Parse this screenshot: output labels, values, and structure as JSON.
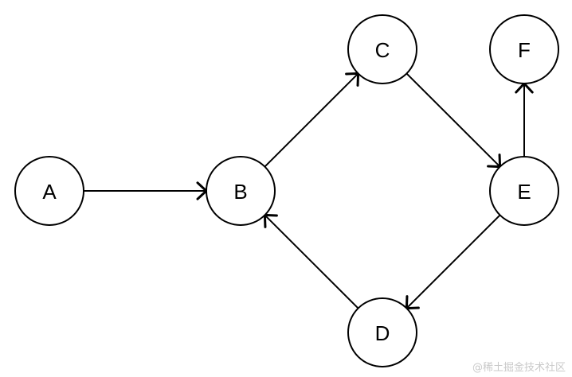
{
  "diagram": {
    "nodes": [
      {
        "id": "A",
        "label": "A"
      },
      {
        "id": "B",
        "label": "B"
      },
      {
        "id": "C",
        "label": "C"
      },
      {
        "id": "D",
        "label": "D"
      },
      {
        "id": "E",
        "label": "E"
      },
      {
        "id": "F",
        "label": "F"
      }
    ],
    "edges": [
      {
        "from": "A",
        "to": "B"
      },
      {
        "from": "B",
        "to": "C"
      },
      {
        "from": "C",
        "to": "E"
      },
      {
        "from": "E",
        "to": "F"
      },
      {
        "from": "E",
        "to": "D"
      },
      {
        "from": "D",
        "to": "B"
      }
    ],
    "colors": {
      "stroke": "#000000",
      "node_fill": "#ffffff",
      "background": "#ffffff",
      "watermark": "#c9c9c9"
    }
  },
  "watermark": {
    "text": "@稀土掘金技术社区"
  }
}
